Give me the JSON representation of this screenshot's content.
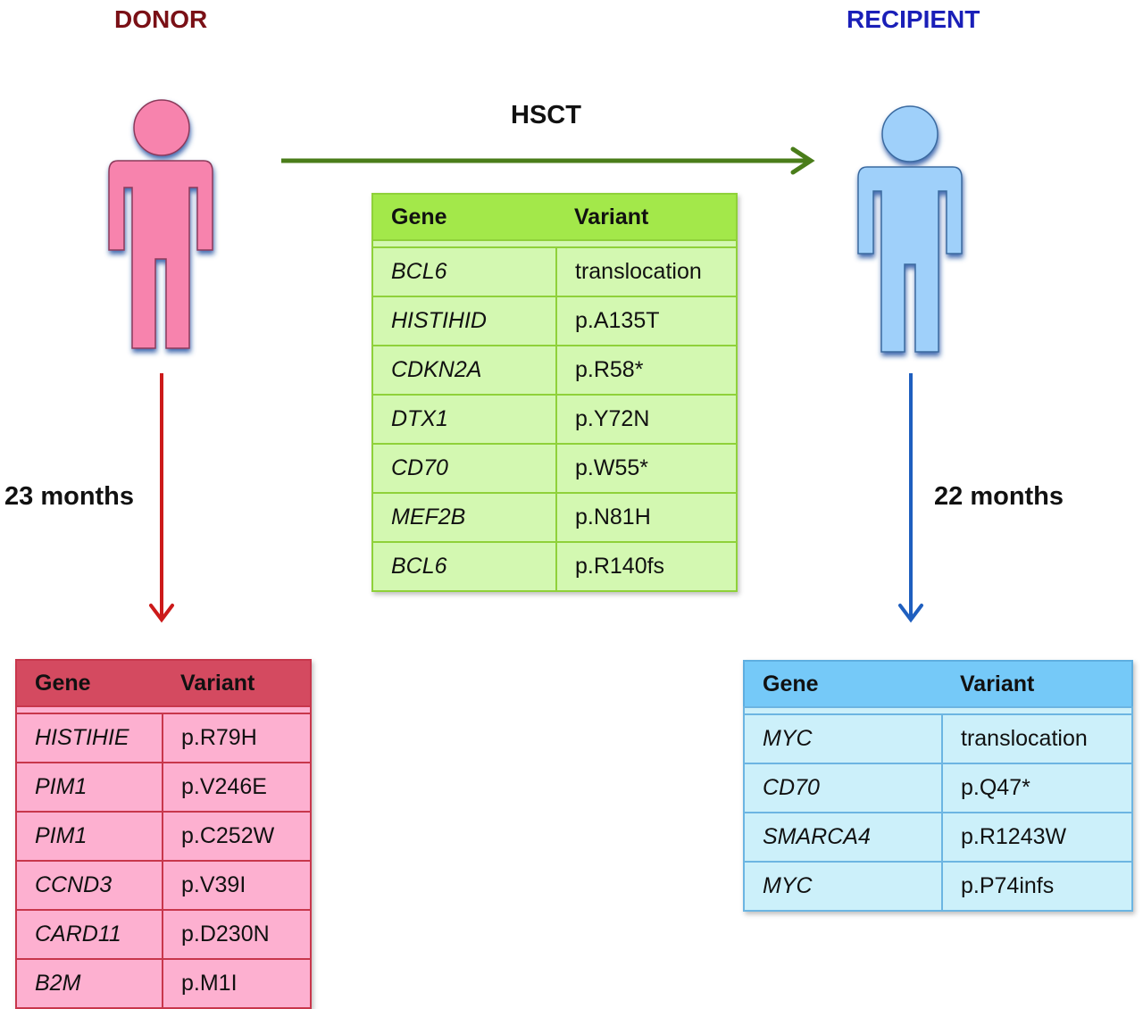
{
  "donor": {
    "title": "DONOR",
    "title_color": "#7a1016",
    "figure_color": "#f783ad",
    "interval": "23 months",
    "arrow_color": "#cc1a1a",
    "table": {
      "headers": [
        "Gene",
        "Variant"
      ],
      "rows": [
        {
          "gene": "HISTIHIE",
          "variant": "p.R79H"
        },
        {
          "gene": "PIM1",
          "variant": "p.V246E"
        },
        {
          "gene": "PIM1",
          "variant": "p.C252W"
        },
        {
          "gene": "CCND3",
          "variant": "p.V39I"
        },
        {
          "gene": "CARD11",
          "variant": "p.D230N"
        },
        {
          "gene": "B2M",
          "variant": "p.M1I"
        }
      ]
    }
  },
  "transfer": {
    "label": "HSCT",
    "arrow_color": "#4a7d1a",
    "table": {
      "headers": [
        "Gene",
        "Variant"
      ],
      "rows": [
        {
          "gene": "BCL6",
          "variant": "translocation"
        },
        {
          "gene": "HISTIHID",
          "variant": "p.A135T"
        },
        {
          "gene": "CDKN2A",
          "variant": "p.R58*"
        },
        {
          "gene": "DTX1",
          "variant": "p.Y72N"
        },
        {
          "gene": "CD70",
          "variant": "p.W55*"
        },
        {
          "gene": "MEF2B",
          "variant": "p.N81H"
        },
        {
          "gene": "BCL6",
          "variant": "p.R140fs"
        }
      ]
    }
  },
  "recipient": {
    "title": "RECIPIENT",
    "title_color": "#1a1fb8",
    "figure_color": "#9fd0fa",
    "interval": "22 months",
    "arrow_color": "#1f5fbf",
    "table": {
      "headers": [
        "Gene",
        "Variant"
      ],
      "rows": [
        {
          "gene": "MYC",
          "variant": "translocation"
        },
        {
          "gene": "CD70",
          "variant": "p.Q47*"
        },
        {
          "gene": "SMARCA4",
          "variant": "p.R1243W"
        },
        {
          "gene": "MYC",
          "variant": "p.P74infs"
        }
      ]
    }
  }
}
